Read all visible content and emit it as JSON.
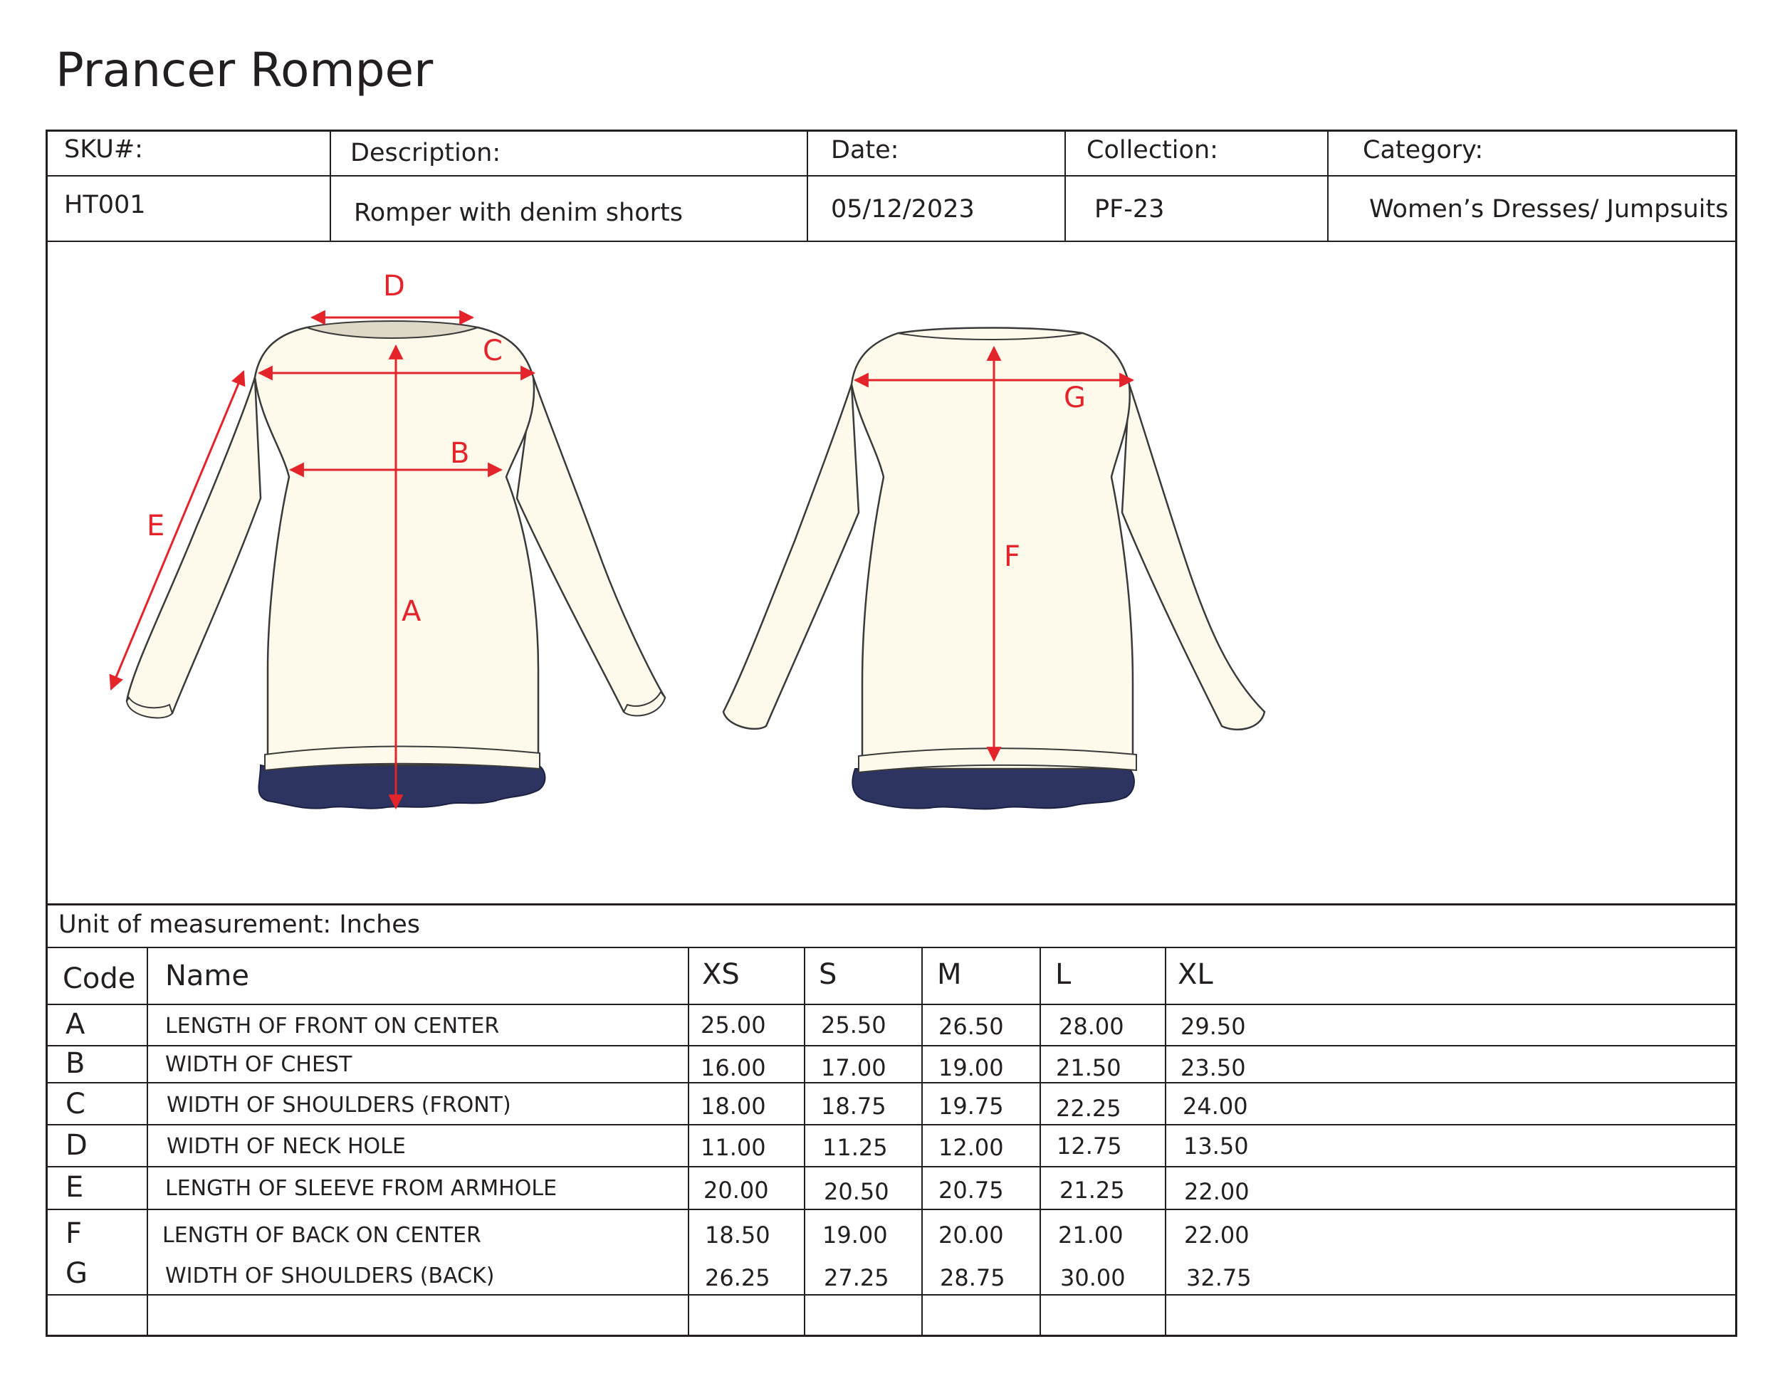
{
  "title": "Prancer Romper",
  "header": {
    "labels": [
      "SKU#:",
      "Description:",
      "Date:",
      "Collection:",
      "Category:"
    ],
    "values": [
      "HT001",
      "Romper with denim shorts",
      "05/12/2023",
      "PF-23",
      "Women’s Dresses/ Jumpsuits"
    ]
  },
  "sketch": {
    "markers": {
      "a": "A",
      "b": "B",
      "c": "C",
      "d": "D",
      "e": "E",
      "f": "F",
      "g": "G"
    },
    "garment_color": "#fdf9eb",
    "ruffle_color": "#2e3461",
    "measure_color": "#e3242b"
  },
  "table": {
    "unit": "Unit of measurement: Inches",
    "col_code": "Code",
    "col_name": "Name",
    "sizes": [
      "XS",
      "S",
      "M",
      "L",
      "XL"
    ],
    "rows": [
      {
        "code": "A",
        "name": "LENGTH OF FRONT ON CENTER",
        "vals": [
          "25.00",
          "25.50",
          "26.50",
          "28.00",
          "29.50"
        ]
      },
      {
        "code": "B",
        "name": "WIDTH OF CHEST",
        "vals": [
          "16.00",
          "17.00",
          "19.00",
          "21.50",
          "23.50"
        ]
      },
      {
        "code": "C",
        "name": "WIDTH OF SHOULDERS (FRONT)",
        "vals": [
          "18.00",
          "18.75",
          "19.75",
          "22.25",
          "24.00"
        ]
      },
      {
        "code": "D",
        "name": "WIDTH OF NECK HOLE",
        "vals": [
          "11.00",
          "11.25",
          "12.00",
          "12.75",
          "13.50"
        ]
      },
      {
        "code": "E",
        "name": "LENGTH OF SLEEVE FROM ARMHOLE",
        "vals": [
          "20.00",
          "20.50",
          "20.75",
          "21.25",
          "22.00"
        ]
      },
      {
        "code": "F",
        "name": "LENGTH OF BACK ON CENTER",
        "vals": [
          "18.50",
          "19.00",
          "20.00",
          "21.00",
          "22.00"
        ]
      },
      {
        "code": "G",
        "name": "WIDTH OF SHOULDERS (BACK)",
        "vals": [
          "26.25",
          "27.25",
          "28.75",
          "30.00",
          "32.75"
        ]
      }
    ]
  }
}
